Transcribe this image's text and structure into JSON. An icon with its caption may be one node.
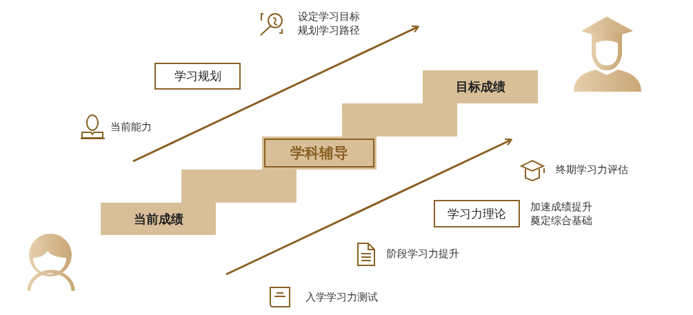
{
  "diagram": {
    "nodes": [
      {
        "text": [
          "学习规划"
        ]
      },
      {
        "text": [
          "目标成绩"
        ]
      },
      {
        "text": [],
        "shape": "box"
      },
      {
        "text": [
          "学科辅导"
        ]
      },
      {
        "text": [],
        "shape": "box"
      },
      {
        "text": [
          "当前成绩"
        ]
      },
      {
        "text": [
          "学习力理论"
        ]
      }
    ],
    "edges": [],
    "labels": [
      "设定学习目标",
      "规划学习路径",
      "当前能力",
      "终期学习力评估",
      "加速成绩提升",
      "奠定综合基础",
      "阶段学习力提升",
      "入学学习力测试"
    ]
  }
}
